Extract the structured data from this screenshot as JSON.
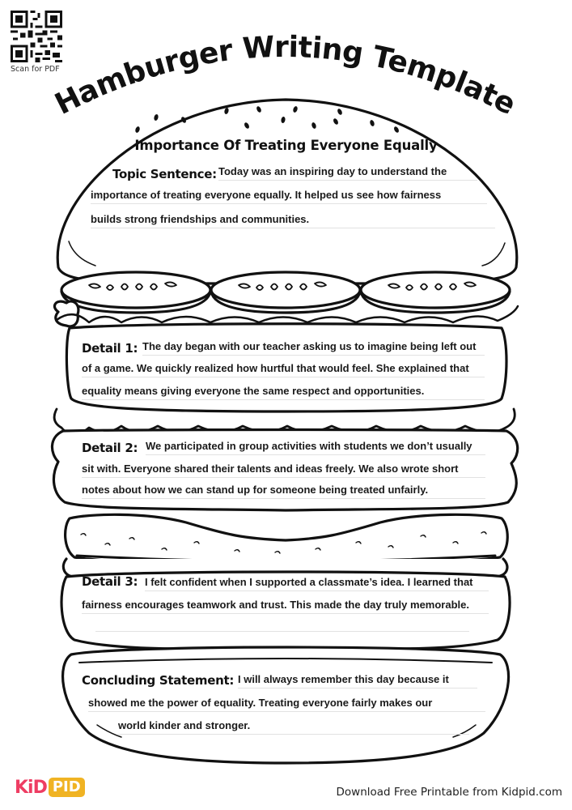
{
  "header": {
    "qr_caption": "Scan for PDF",
    "title": "Hamburger Writing Template"
  },
  "worksheet": {
    "heading": "Importance Of Treating Everyone Equally",
    "topic": {
      "label": "Topic Sentence:",
      "lines": [
        "Today was an inspiring day to understand the",
        "importance of treating everyone equally. It helped us see how fairness",
        "builds strong friendships and communities."
      ]
    },
    "detail1": {
      "label": "Detail 1:",
      "lines": [
        "The day began with our teacher asking us to imagine being left out",
        "of a game. We quickly realized how hurtful that would feel. She explained that",
        "equality means giving everyone the same respect and opportunities."
      ]
    },
    "detail2": {
      "label": "Detail 2:",
      "lines": [
        "We participated in group activities with students we don’t usually",
        "sit with. Everyone shared their talents and ideas freely. We also wrote short",
        "notes about how we can stand up for someone being treated unfairly."
      ]
    },
    "detail3": {
      "label": "Detail 3:",
      "lines": [
        "I felt confident when I supported a classmate’s idea. I learned that",
        "fairness encourages teamwork and trust. This made the day truly memorable."
      ]
    },
    "conclusion": {
      "label": "Concluding Statement:",
      "lines": [
        "I will always remember this day because it",
        "showed me the power of equality. Treating everyone fairly makes our",
        "world kinder and stronger."
      ]
    }
  },
  "footer": {
    "logo_part1": "KiD",
    "logo_part2": "PID",
    "tagline": "Download Free Printable from Kidpid.com",
    "colors": {
      "kid": "#ee3d63",
      "pid": "#f0b323"
    }
  }
}
